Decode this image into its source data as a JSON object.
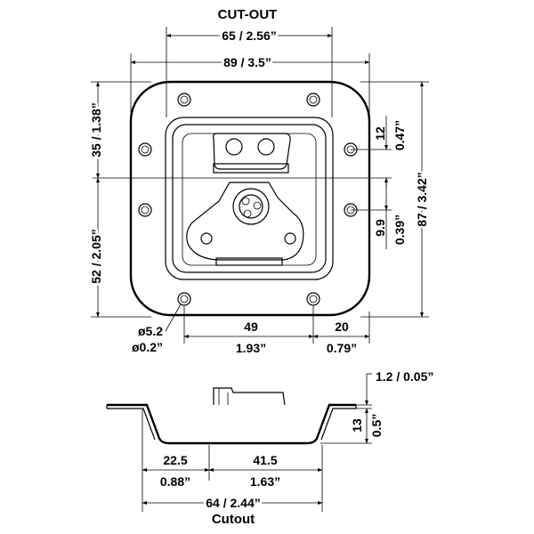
{
  "titles": {
    "top": "CUT-OUT",
    "bottom": "Cutout"
  },
  "dims": {
    "cutout_width": "65 / 2.56”",
    "overall_width": "89 / 3.5”",
    "left_upper": "35 / 1.38”",
    "left_lower": "52 / 2.05”",
    "right_total": "87 / 3.42”",
    "right_12_mm": "12",
    "right_12_in": "0.47”",
    "right_99_mm": "9.9",
    "right_99_in": "0.39”",
    "hole_mm": "ø5.2",
    "hole_in": "ø0.2”",
    "bottom_49_mm": "49",
    "bottom_49_in": "1.93”",
    "bottom_20_mm": "20",
    "bottom_20_in": "0.79”",
    "side_thickness": "1.2 / 0.05”",
    "side_depth_mm": "13",
    "side_depth_in": "0.5”",
    "side_225_mm": "22.5",
    "side_225_in": "0.88”",
    "side_415_mm": "41.5",
    "side_415_in": "1.63”",
    "side_total": "64 / 2.44”"
  }
}
